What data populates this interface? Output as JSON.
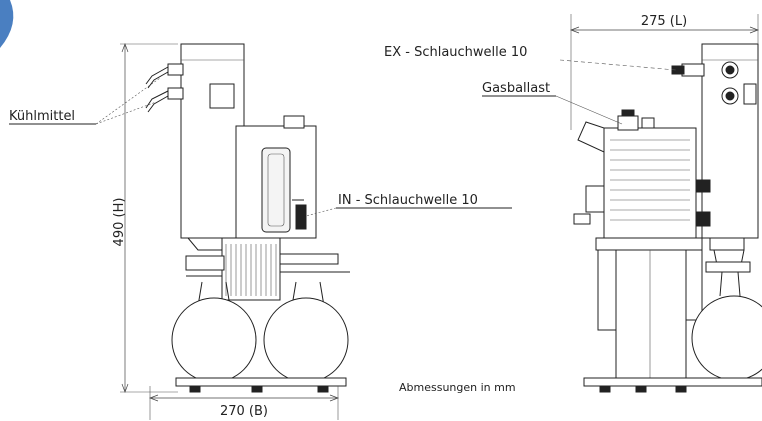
{
  "labels": {
    "coolant": "Kühlmittel",
    "inlet": "IN - Schlauchwelle 10",
    "exhaust": "EX - Schlauchwelle 10",
    "gas_ballast": "Gasballast",
    "height": "490 (H)",
    "width": "270 (B)",
    "length": "275 (L)",
    "units_note": "Abmessungen in mm"
  },
  "colors": {
    "line": "#222222",
    "accent_corner": "#4a7fc1"
  }
}
